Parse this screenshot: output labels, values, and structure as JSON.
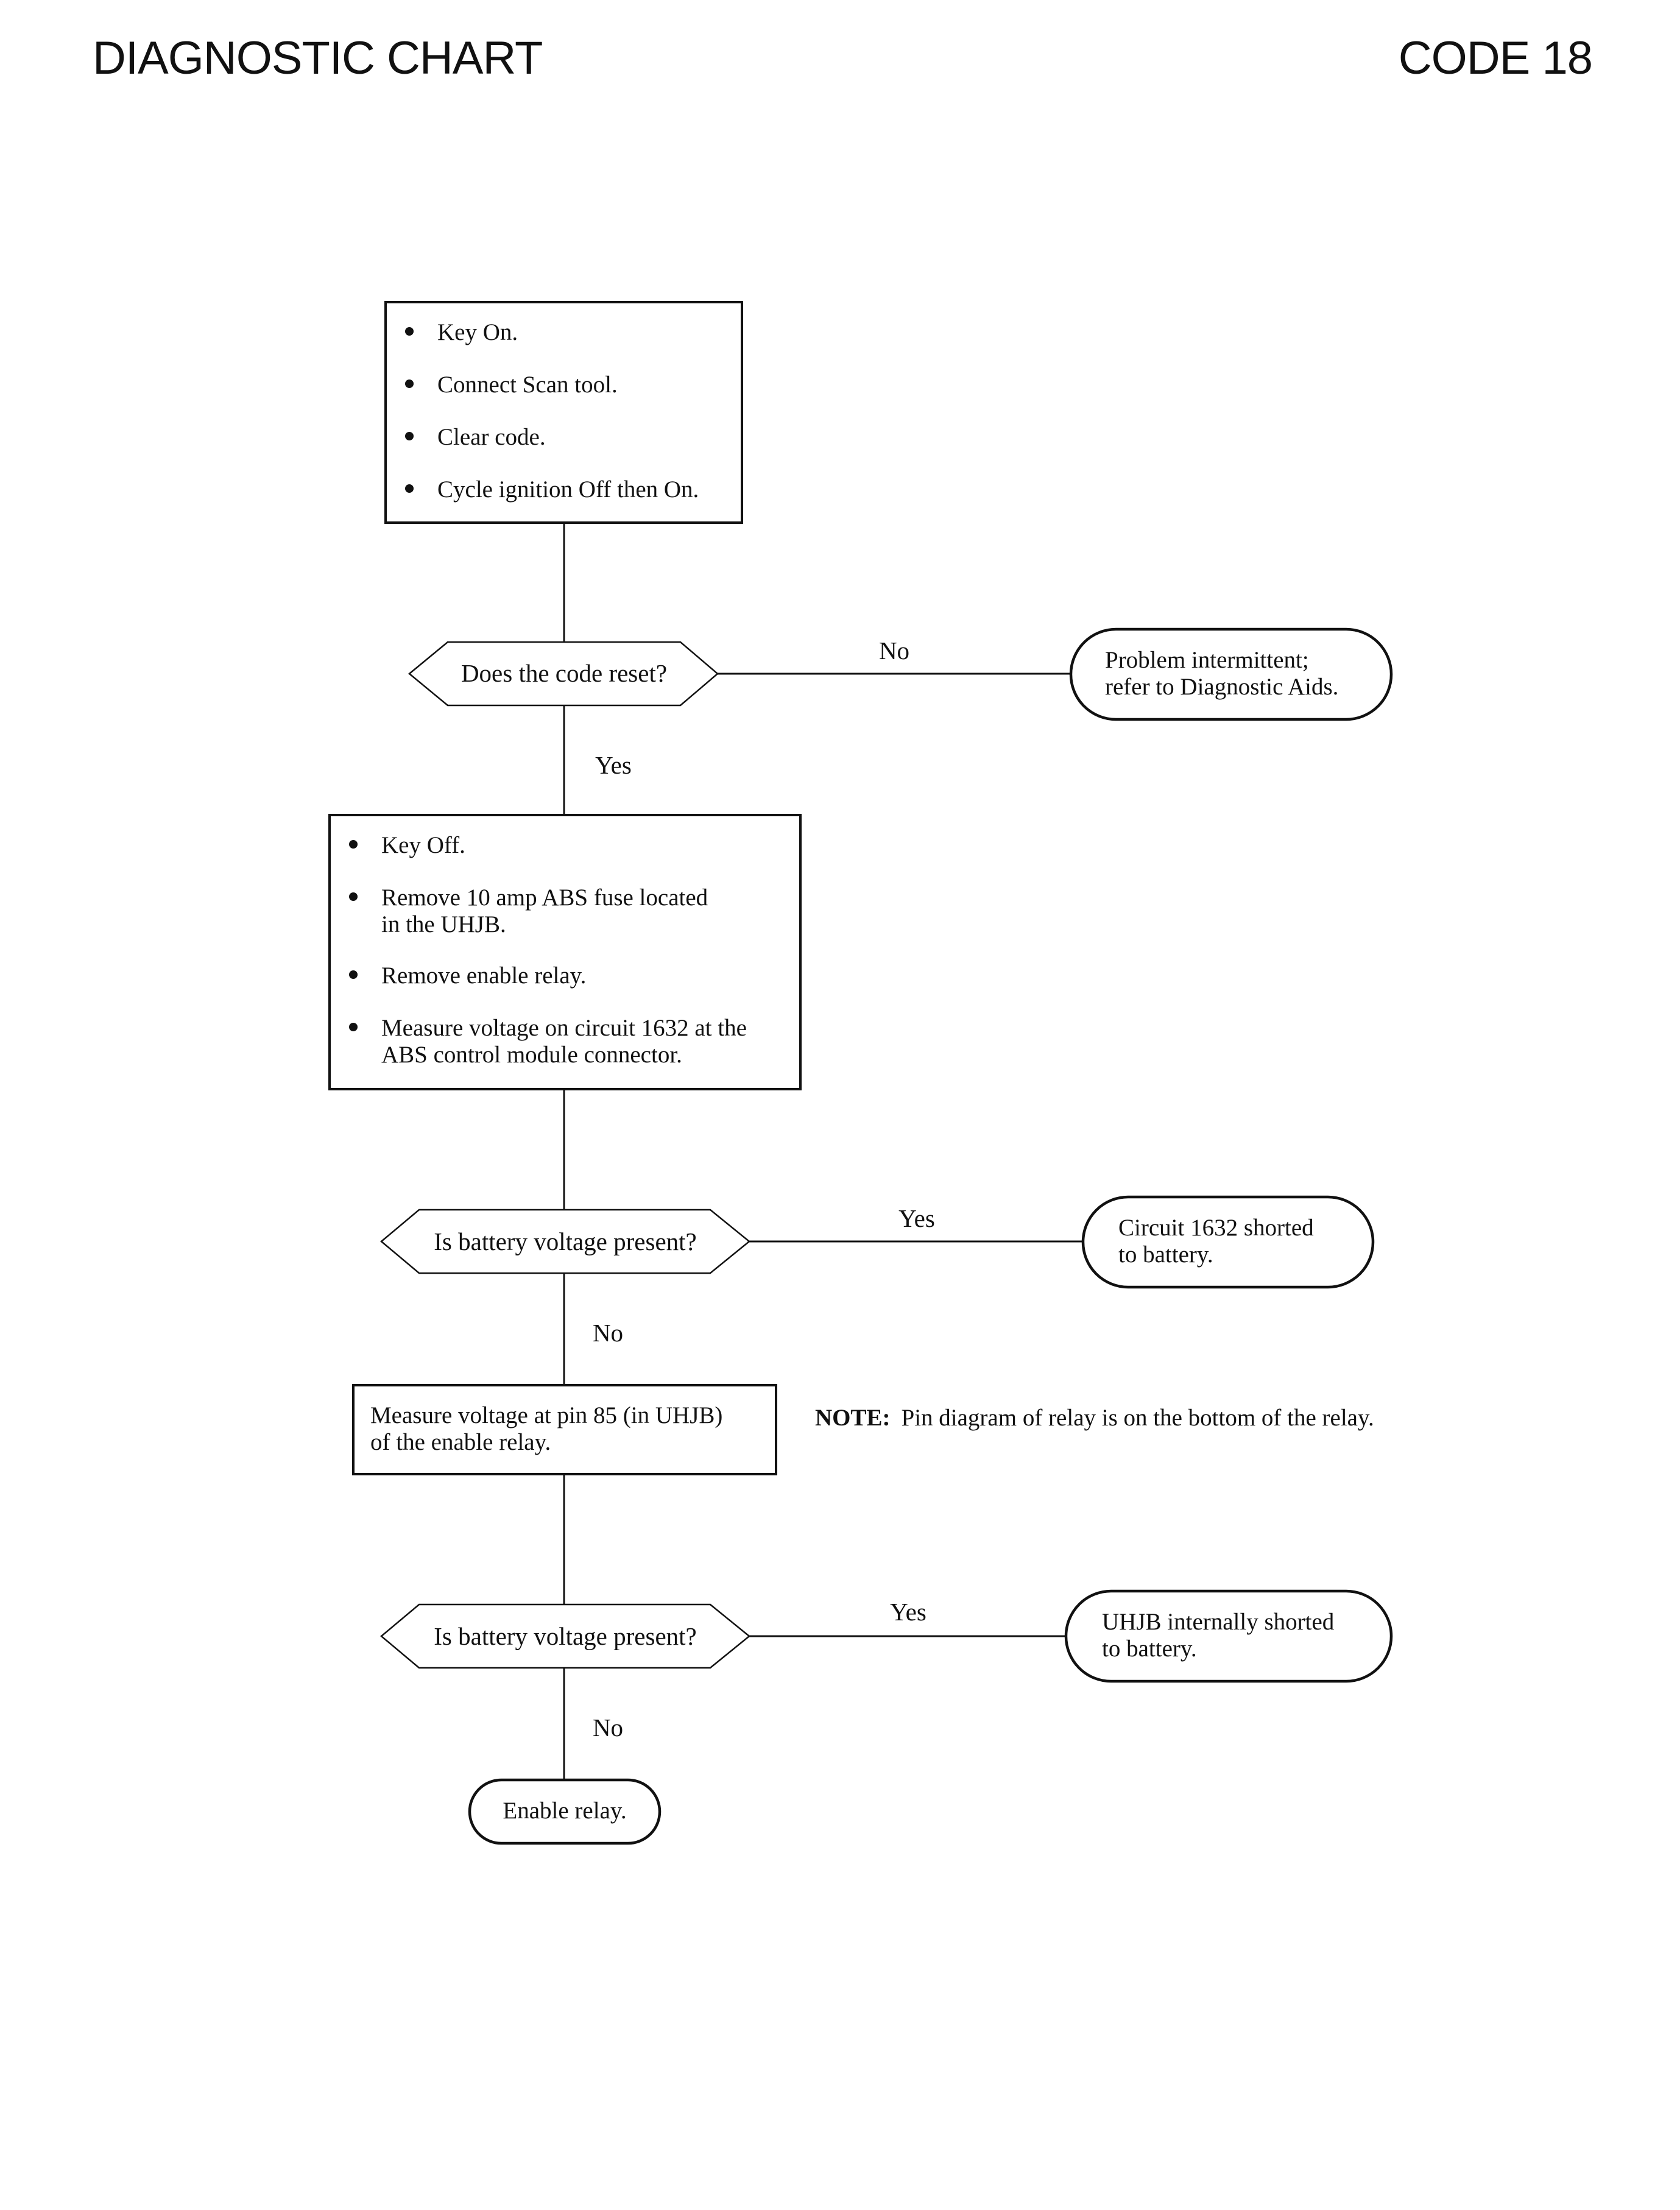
{
  "header": {
    "title": "DIAGNOSTIC CHART",
    "code": "CODE 18"
  },
  "flowchart": {
    "step1": {
      "bullets": [
        "Key On.",
        "Connect Scan tool.",
        "Clear code.",
        "Cycle ignition Off then On."
      ]
    },
    "decision1": {
      "question": "Does the code reset?",
      "no_label": "No",
      "yes_label": "Yes",
      "no_result": [
        "Problem intermittent;",
        "refer to Diagnostic Aids."
      ]
    },
    "step2": {
      "bullets": [
        [
          "Key Off."
        ],
        [
          "Remove 10 amp ABS fuse located",
          "in the UHJB."
        ],
        [
          "Remove enable relay."
        ],
        [
          "Measure voltage on circuit 1632 at the",
          "ABS control module connector."
        ]
      ]
    },
    "decision2": {
      "question": "Is battery voltage present?",
      "yes_label": "Yes",
      "no_label": "No",
      "yes_result": [
        "Circuit 1632 shorted",
        "to battery."
      ]
    },
    "step3": {
      "lines": [
        "Measure voltage at pin 85 (in UHJB)",
        "of the enable relay."
      ]
    },
    "note": {
      "label": "NOTE:",
      "text": "Pin diagram of relay is on the bottom of the relay."
    },
    "decision3": {
      "question": "Is battery voltage present?",
      "yes_label": "Yes",
      "no_label": "No",
      "yes_result": [
        "UHJB internally shorted",
        "to battery."
      ]
    },
    "end": {
      "text": "Enable relay."
    }
  }
}
